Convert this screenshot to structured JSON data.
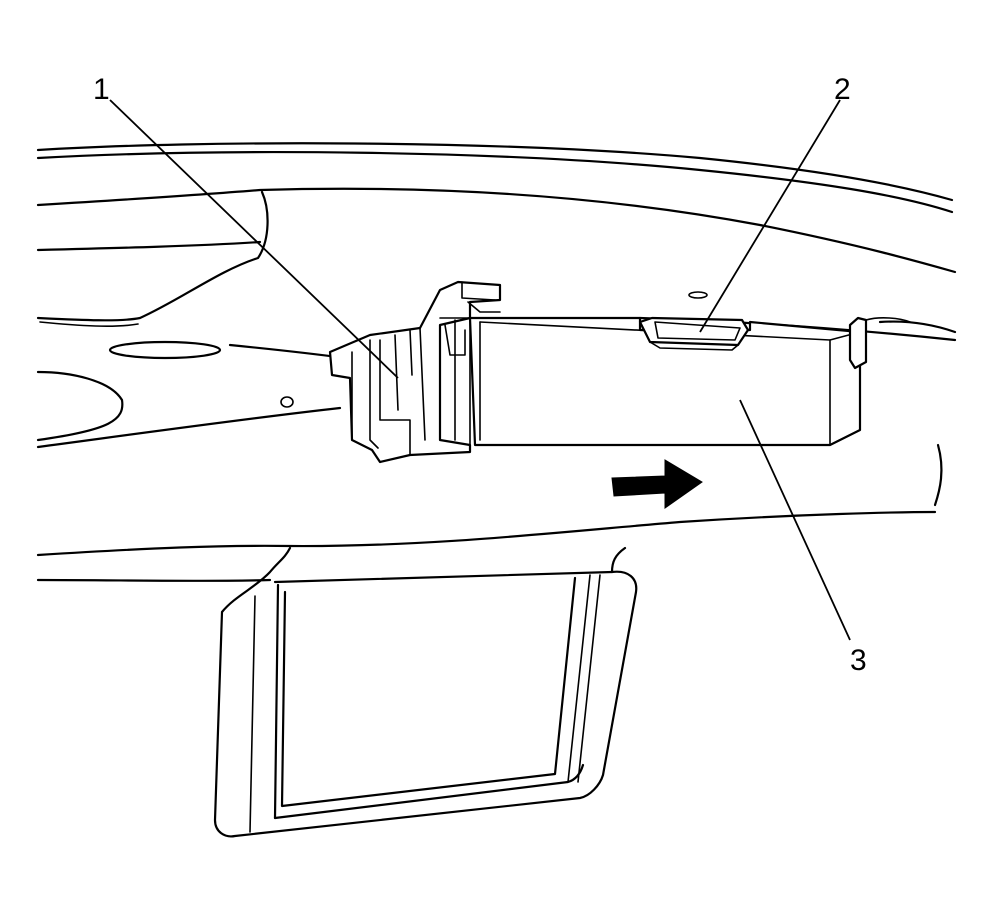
{
  "callouts": [
    {
      "id": "1",
      "label": "1"
    },
    {
      "id": "2",
      "label": "2"
    },
    {
      "id": "3",
      "label": "3"
    }
  ],
  "colors": {
    "line": "#000000",
    "background": "#ffffff",
    "arrow": "#000000"
  }
}
